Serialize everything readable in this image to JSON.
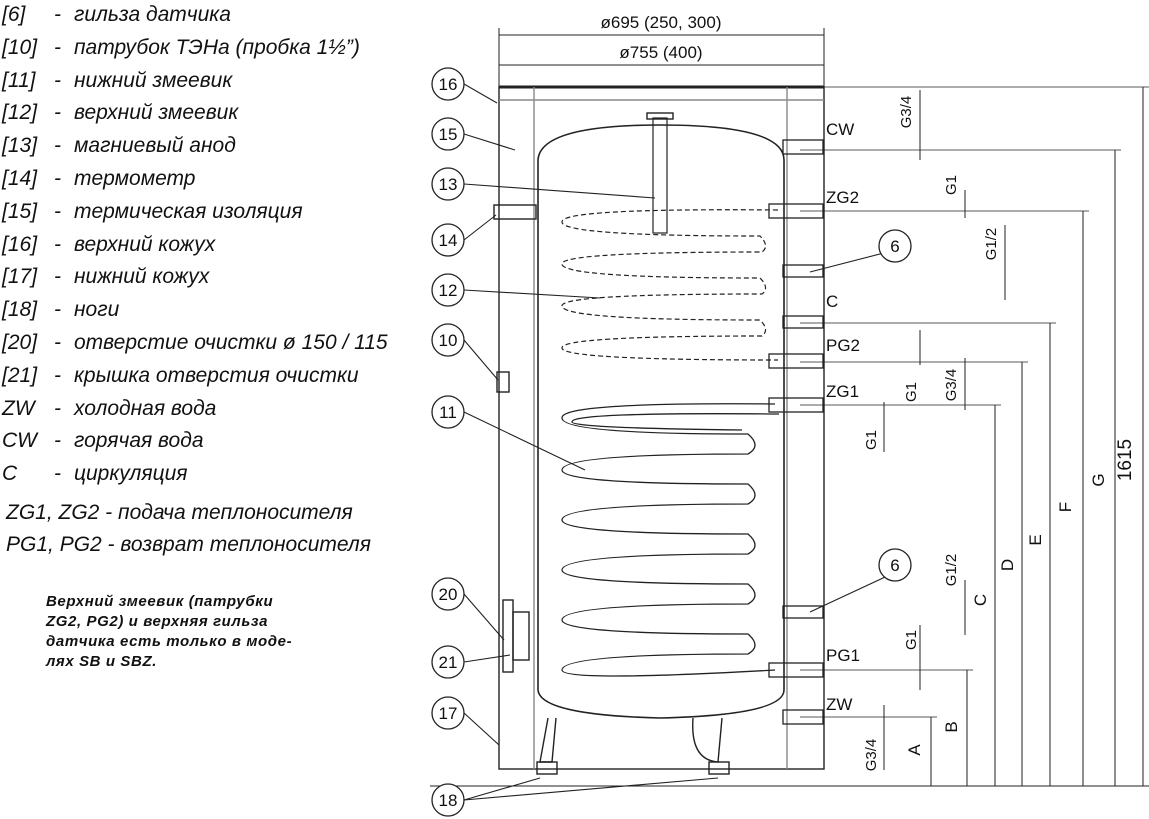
{
  "legend": [
    {
      "key": "[6]",
      "desc": "гильза датчика"
    },
    {
      "key": "[10]",
      "desc": "патрубок ТЭНа (пробка 1½”)"
    },
    {
      "key": "[11]",
      "desc": "нижний змеевик"
    },
    {
      "key": "[12]",
      "desc": "верхний змеевик"
    },
    {
      "key": "[13]",
      "desc": "магниевый анод"
    },
    {
      "key": "[14]",
      "desc": "термометр"
    },
    {
      "key": "[15]",
      "desc": "термическая изоляция"
    },
    {
      "key": "[16]",
      "desc": "верхний кожух"
    },
    {
      "key": "[17]",
      "desc": "нижний кожух"
    },
    {
      "key": "[18]",
      "desc": "ноги"
    },
    {
      "key": "[20]",
      "desc": "отверстие очистки ø 150 / 115"
    },
    {
      "key": "[21]",
      "desc": "крышка отверстия очистки"
    },
    {
      "key": "ZW",
      "desc": "холодная вода"
    },
    {
      "key": "CW",
      "desc": "горячая вода"
    },
    {
      "key": "C",
      "desc": "циркуляция"
    }
  ],
  "legend_full": [
    "ZG1, ZG2 - подача теплоносителя",
    "PG1, PG2 - возврат теплоносителя"
  ],
  "note": [
    "Верхний змеевик (патрубки",
    "ZG2, PG2) и верхняя гильза",
    "датчика есть только в моде-",
    "лях SB и SBZ."
  ],
  "dims": {
    "inner_diameter": "ø695 (250, 300)",
    "outer_diameter": "ø755 (400)"
  },
  "callouts": [
    "16",
    "15",
    "13",
    "14",
    "12",
    "10",
    "11",
    "20",
    "21",
    "17",
    "18",
    "6",
    "6"
  ],
  "ports": [
    "CW",
    "ZG2",
    "C",
    "PG2",
    "ZG1",
    "PG1",
    "ZW"
  ],
  "thread_sizes": [
    "G3/4",
    "G1",
    "G1/2",
    "G1",
    "G3/4",
    "G1",
    "G1/2",
    "G1",
    "G3/4"
  ],
  "height_labels": [
    "A",
    "B",
    "C",
    "D",
    "E",
    "F",
    "G",
    "1615"
  ]
}
